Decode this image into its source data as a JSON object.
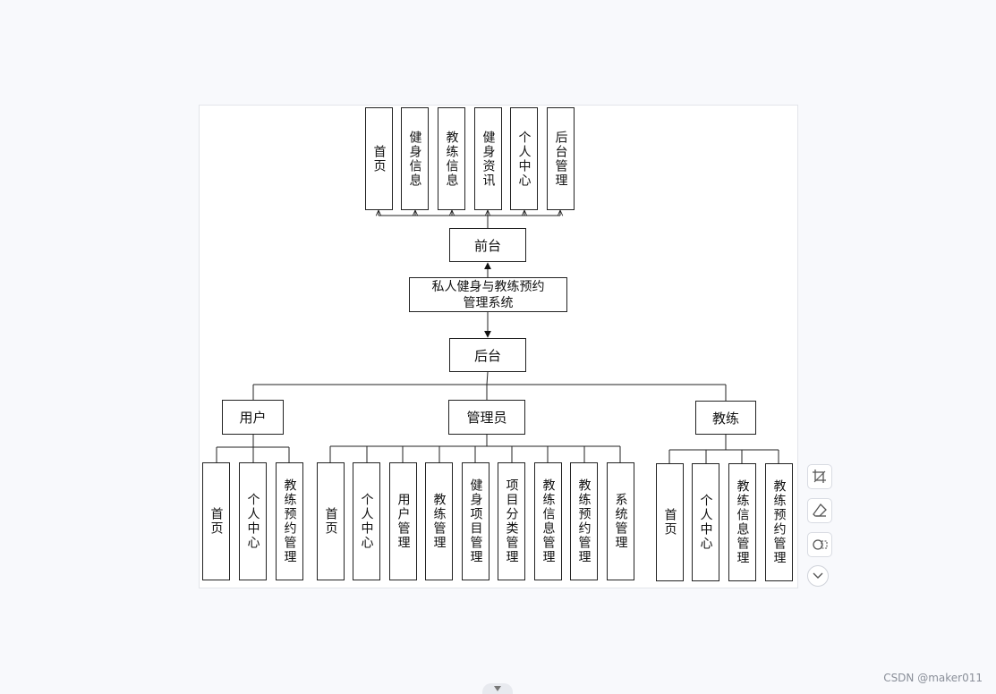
{
  "diagram": {
    "front_modules": [
      {
        "label": "首页"
      },
      {
        "label": "健身信息"
      },
      {
        "label": "教练信息"
      },
      {
        "label": "健身资讯"
      },
      {
        "label": "个人中心"
      },
      {
        "label": "后台管理"
      }
    ],
    "frontend": "前台",
    "system": {
      "line1": "私人健身与教练预约",
      "line2": "管理系统"
    },
    "backend": "后台",
    "roles": [
      {
        "label": "用户",
        "modules": [
          "首页",
          "个人中心",
          "教练预约管理"
        ]
      },
      {
        "label": "管理员",
        "modules": [
          "首页",
          "个人中心",
          "用户管理",
          "教练管理",
          "健身项目管理",
          "项目分类管理",
          "教练信息管理",
          "教练预约管理",
          "系统管理"
        ]
      },
      {
        "label": "教练",
        "modules": [
          "首页",
          "个人中心",
          "教练信息管理",
          "教练预约管理"
        ]
      }
    ]
  },
  "toolbar": {
    "tools": [
      {
        "icon": "crop-icon"
      },
      {
        "icon": "eraser-icon"
      },
      {
        "icon": "shape-icon"
      }
    ],
    "collapse_icon": "chevron-down-icon"
  },
  "watermark": "CSDN @maker011"
}
